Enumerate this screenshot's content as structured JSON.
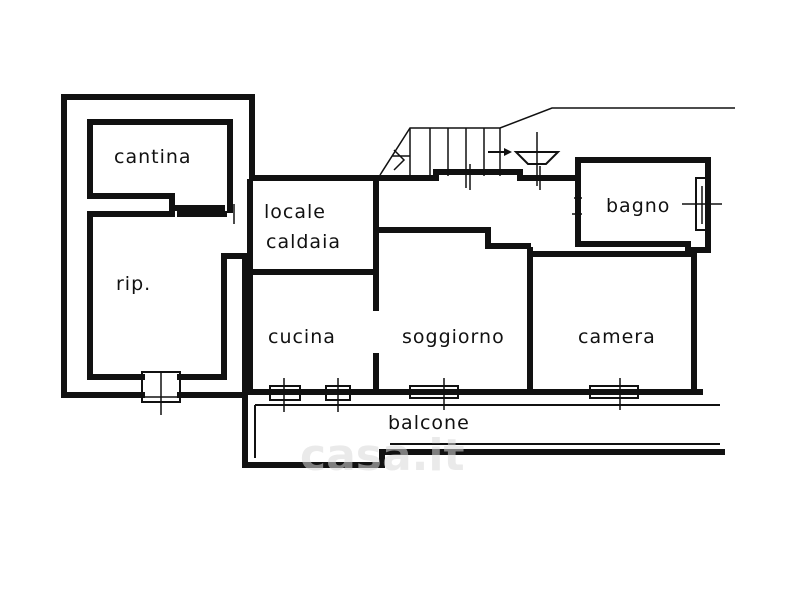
{
  "rooms": {
    "cantina": "cantina",
    "locale": "locale",
    "caldaia": "caldaia",
    "bagno": "bagno",
    "rip": "rip.",
    "cucina": "cucina",
    "soggiorno": "soggiorno",
    "camera": "camera",
    "balcone": "balcone"
  },
  "watermark": "casa.it",
  "colors": {
    "ink": "#111111",
    "paper": "#ffffff",
    "watermark": "#d9d9d9"
  }
}
